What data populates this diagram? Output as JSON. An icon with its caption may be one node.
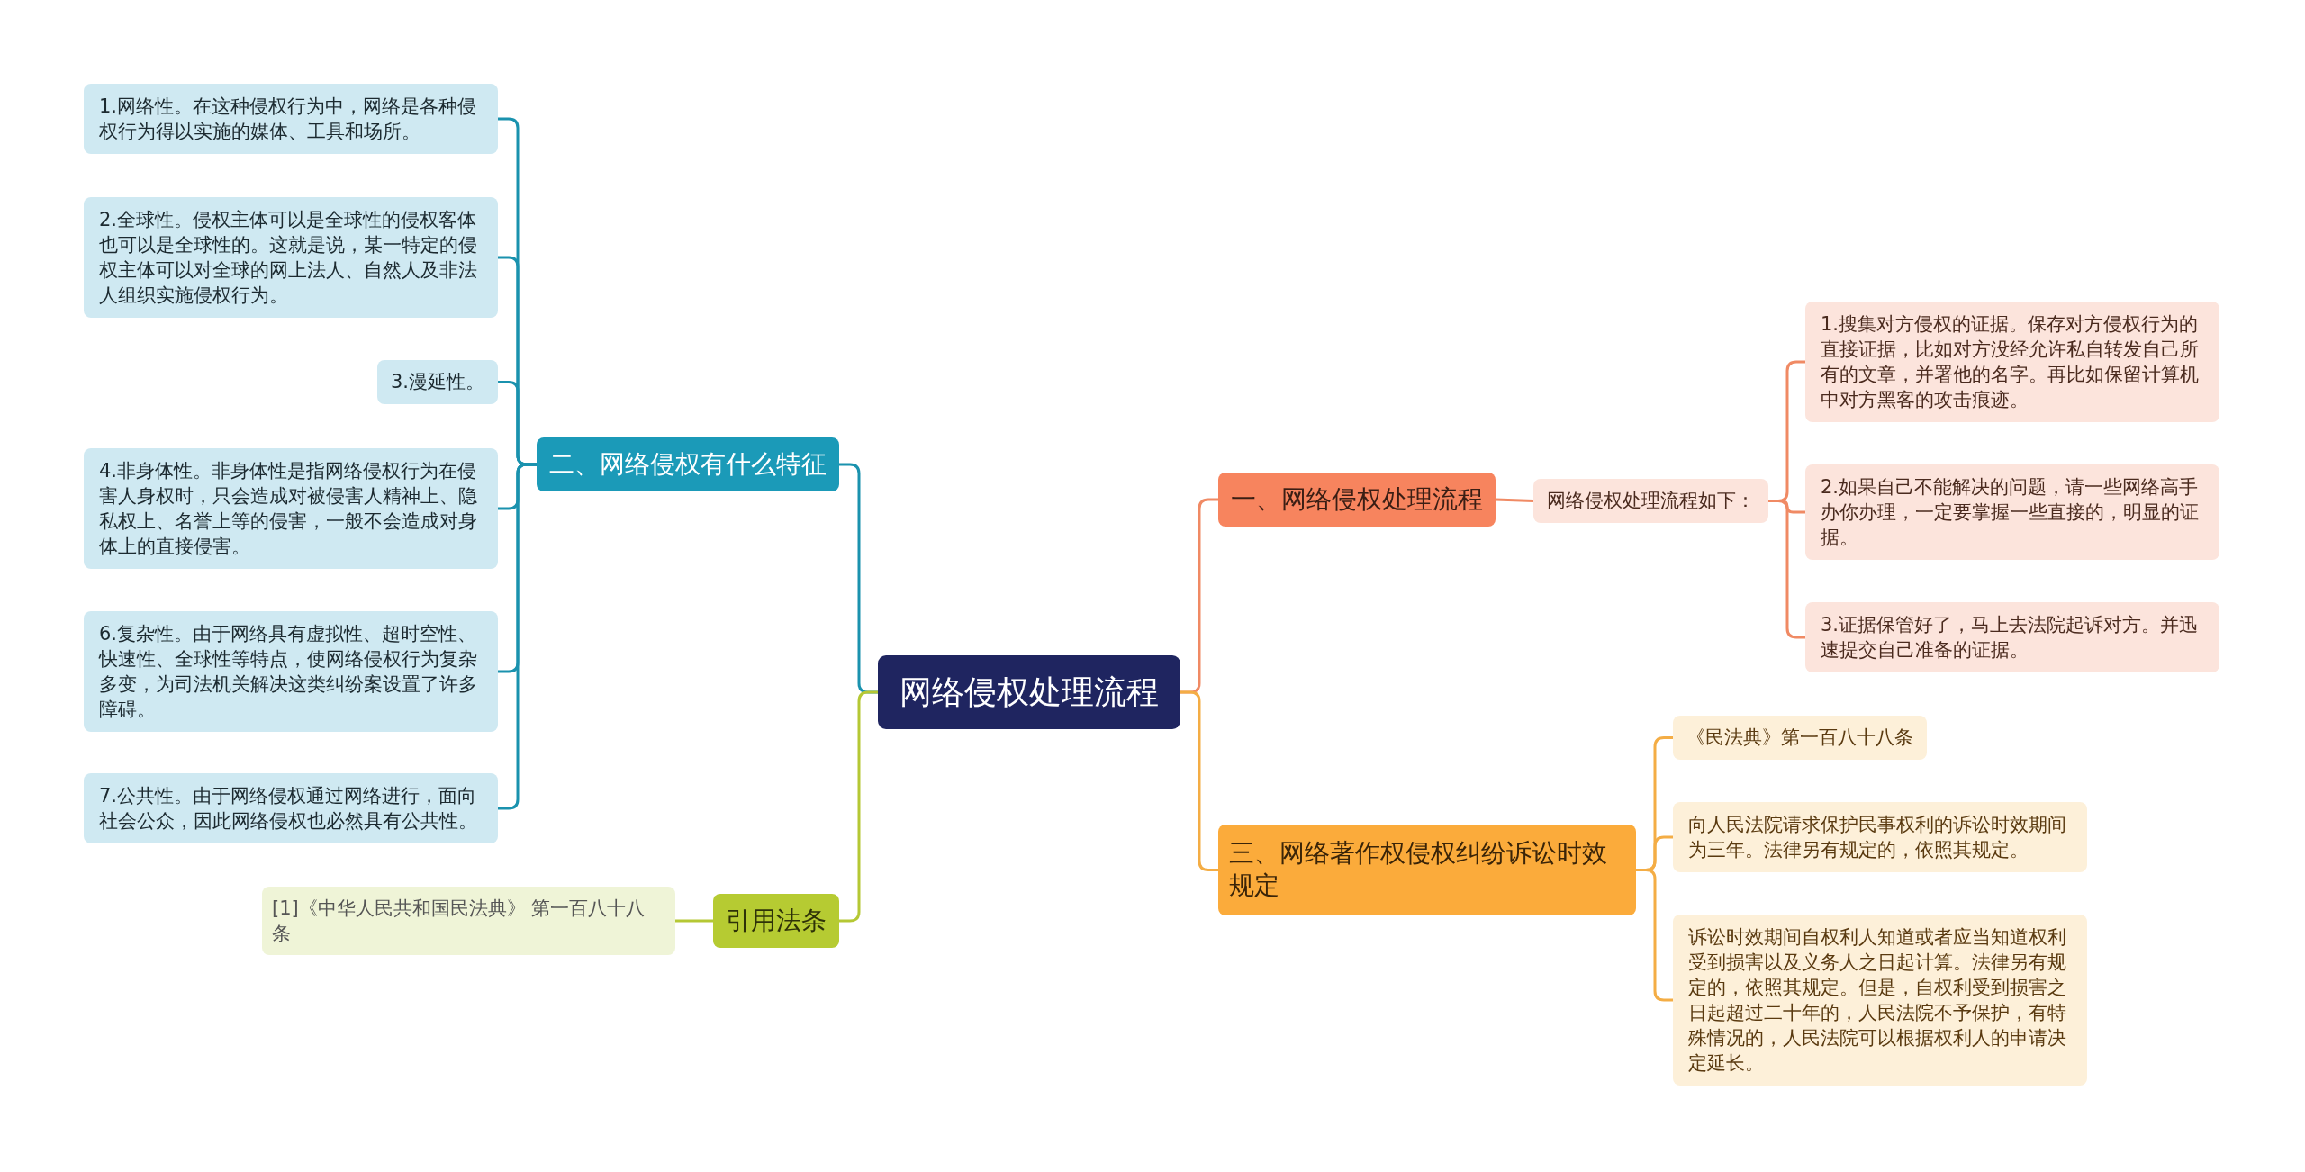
{
  "diagram": {
    "nodes": [
      {
        "text": [
          "网络侵权处理流程"
        ]
      },
      {
        "text": [
          "一、网络侵权处理流程"
        ]
      },
      {
        "text": [
          "网络侵权处理流程如下："
        ]
      },
      {
        "text": [
          "1.搜集对方侵权的证据。保存对方侵权行为的直接证据，比如对方没经允许私自转发自己所有的文章，并署他的名字。再比如保留计算机中对方黑客的攻击痕迹。"
        ]
      },
      {
        "text": [
          "2.如果自己不能解决的问题，请一些网络高手办你办理，一定要掌握一些直接的，明显的证据。"
        ]
      },
      {
        "text": [
          "3.证据保管好了，马上去法院起诉对方。并迅速提交自己准备的证据。"
        ]
      },
      {
        "text": [
          "二、网络侵权有什么特征"
        ]
      },
      {
        "text": [
          "1.网络性。在这种侵权行为中，网络是各种侵权行为得以实施的媒体、工具和场所。"
        ]
      },
      {
        "text": [
          "2.全球性。侵权主体可以是全球性的侵权客体也可以是全球性的。这就是说，某一特定的侵权主体可以对全球的网上法人、自然人及非法人组织实施侵权行为。"
        ]
      },
      {
        "text": [
          "3.漫延性。"
        ]
      },
      {
        "text": [
          "4.非身体性。非身体性是指网络侵权行为在侵害人身权时，只会造成对被侵害人精神上、隐私权上、名誉上等的侵害，一般不会造成对身体上的直接侵害。"
        ]
      },
      {
        "text": [
          "6.复杂性。由于网络具有虚拟性、超时空性、快速性、全球性等特点，使网络侵权行为复杂多变，为司法机关解决这类纠纷案设置了许多障碍。"
        ]
      },
      {
        "text": [
          "7.公共性。由于网络侵权通过网络进行，面向社会公众，因此网络侵权也必然具有公共性。"
        ]
      },
      {
        "text": [
          "三、网络著作权侵权纠纷诉讼时效规定"
        ]
      },
      {
        "text": [
          "《民法典》第一百八十八条"
        ]
      },
      {
        "text": [
          "向人民法院请求保护民事权利的诉讼时效期间为三年。法律另有规定的，依照其规定。"
        ]
      },
      {
        "text": [
          "诉讼时效期间自权利人知道或者应当知道权利受到损害以及义务人之日起计算。法律另有规定的，依照其规定。但是，自权利受到损害之日起超过二十年的，人民法院不予保护，有特殊情况的，人民法院可以根据权利人的申请决定延长。"
        ]
      },
      {
        "text": [
          "引用法条"
        ]
      },
      {
        "text": [
          "[1]《中华人民共和国民法典》 第一百八十八条"
        ]
      }
    ],
    "edges": [
      {
        "from": 0,
        "to": 1,
        "arrow": "none",
        "color": "#f08a64"
      },
      {
        "from": 1,
        "to": 2,
        "arrow": "none",
        "color": "#f08a64"
      },
      {
        "from": 2,
        "to": 3,
        "arrow": "none",
        "color": "#f08a64"
      },
      {
        "from": 2,
        "to": 4,
        "arrow": "none",
        "color": "#f08a64"
      },
      {
        "from": 2,
        "to": 5,
        "arrow": "none",
        "color": "#f08a64"
      },
      {
        "from": 0,
        "to": 6,
        "arrow": "none"
      },
      {
        "from": 6,
        "to": 7,
        "arrow": "none"
      },
      {
        "from": 6,
        "to": 8,
        "arrow": "none"
      },
      {
        "from": 6,
        "to": 9,
        "arrow": "none"
      },
      {
        "from": 6,
        "to": 10,
        "arrow": "none"
      },
      {
        "from": 6,
        "to": 11,
        "arrow": "none"
      },
      {
        "from": 6,
        "to": 12,
        "arrow": "none"
      },
      {
        "from": 0,
        "to": 13,
        "arrow": "none",
        "color": "#f4ad45"
      },
      {
        "from": 13,
        "to": 14,
        "arrow": "none",
        "color": "#f4ad45"
      },
      {
        "from": 13,
        "to": 15,
        "arrow": "none",
        "color": "#f4ad45"
      },
      {
        "from": 13,
        "to": 16,
        "arrow": "none",
        "color": "#f4ad45"
      },
      {
        "from": 0,
        "to": 17,
        "arrow": "none",
        "color": "#b5c834"
      },
      {
        "from": 17,
        "to": 18,
        "arrow": "none",
        "color": "#b5c834"
      }
    ]
  }
}
